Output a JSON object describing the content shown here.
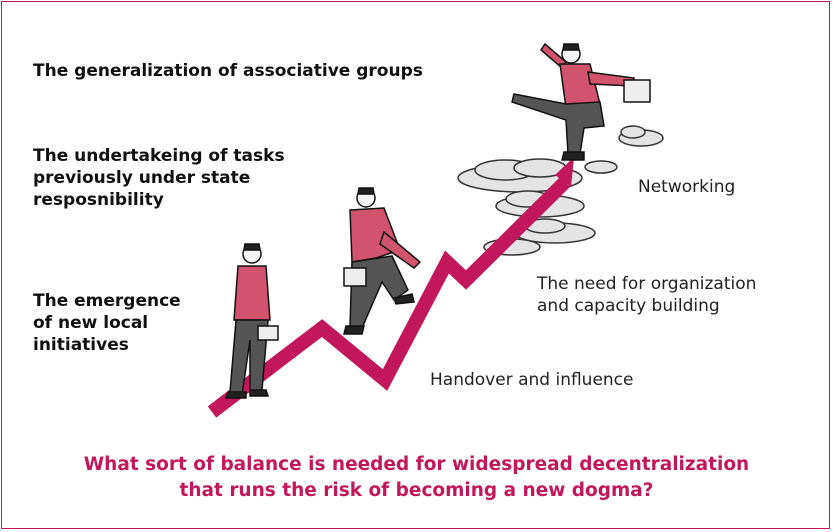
{
  "left_labels": [
    {
      "text": "The generalization of associative groups"
    },
    {
      "text": "The undertakeing of tasks\npreviously under state\nresposnibility"
    },
    {
      "text": "The emergence\nof new local\ninitiatives"
    }
  ],
  "right_labels": [
    {
      "text": "Networking"
    },
    {
      "text": "The need for organization\nand capacity building"
    },
    {
      "text": "Handover and influence"
    }
  ],
  "question": "What sort of balance is needed for widespread decentralization\nthat runs the risk of becoming a new dogma?",
  "colors": {
    "accent": "#c2185b",
    "jacket": "#d2536e",
    "trousers": "#555555",
    "cloud": "#e4e4e4"
  },
  "icons": [
    "zigzag-arrow",
    "businessman-walking",
    "businessman-climbing",
    "businessman-flying",
    "briefcase",
    "cloud"
  ]
}
